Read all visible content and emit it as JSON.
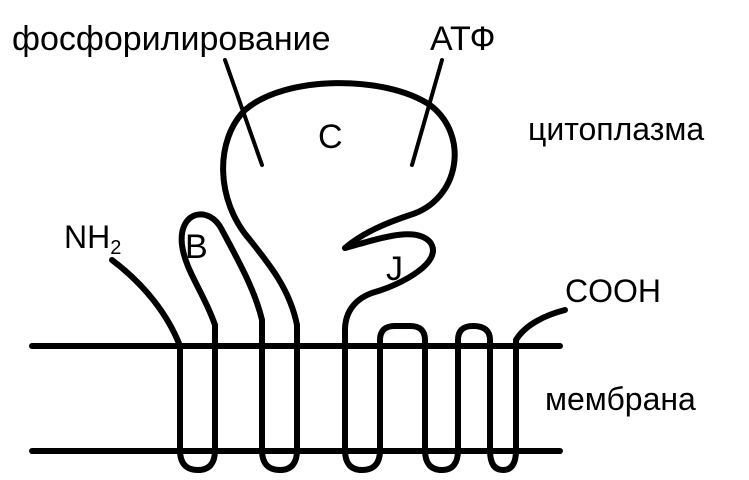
{
  "labels": {
    "phosphorylation": "фосфорилирование",
    "atp": "АТФ",
    "domain_c": "C",
    "cytoplasm": "цитоплазма",
    "nh2_main": "NH",
    "nh2_sub": "2",
    "domain_b": "B",
    "domain_j": "J",
    "cooh": "COOH",
    "membrane": "мембрана"
  }
}
